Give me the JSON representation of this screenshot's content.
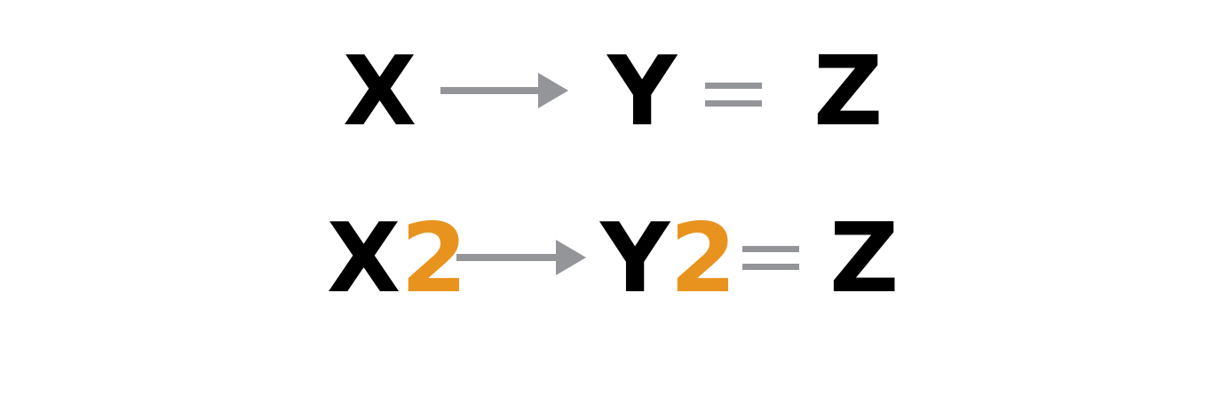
{
  "rows": [
    {
      "left": {
        "main": "X",
        "sub": ""
      },
      "middle": {
        "main": "Y",
        "sub": ""
      },
      "right": "Z"
    },
    {
      "left": {
        "main": "X",
        "sub": "2"
      },
      "middle": {
        "main": "Y",
        "sub": "2"
      },
      "right": "Z"
    }
  ],
  "colors": {
    "text": "#000000",
    "highlight": "#e8931e",
    "operator": "#939598"
  }
}
